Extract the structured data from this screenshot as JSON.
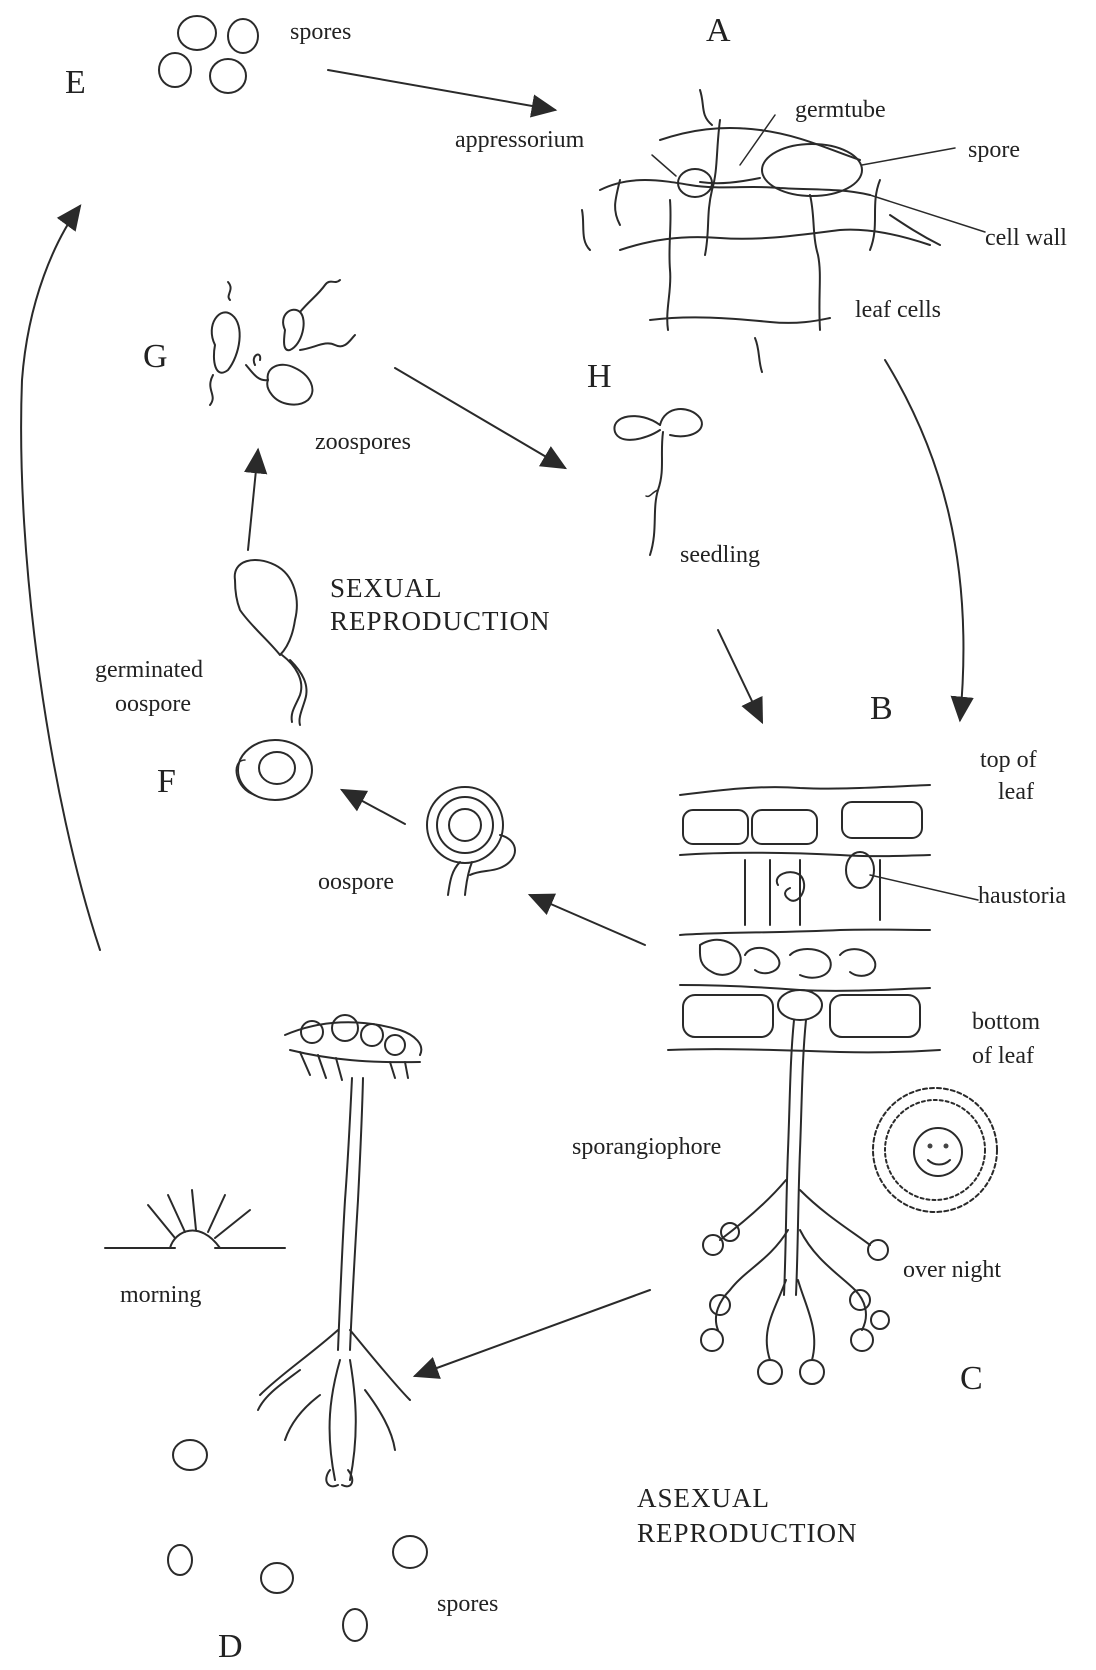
{
  "stages": {
    "A": "A",
    "B": "B",
    "C": "C",
    "D": "D",
    "E": "E",
    "F": "F",
    "G": "G",
    "H": "H"
  },
  "labels": {
    "spores_top": "spores",
    "appressorium": "appressorium",
    "germtube": "germtube",
    "spore": "spore",
    "cell_wall": "cell wall",
    "leaf_cells": "leaf cells",
    "zoospores": "zoospores",
    "seedling": "seedling",
    "sexual_line1": "SEXUAL",
    "sexual_line2": "REPRODUCTION",
    "germinated_line1": "germinated",
    "germinated_line2": "oospore",
    "oospore": "oospore",
    "top_of_leaf_line1": "top of",
    "top_of_leaf_line2": "leaf",
    "haustoria": "haustoria",
    "bottom_line1": "bottom",
    "bottom_line2": "of leaf",
    "sporangiophore": "sporangiophore",
    "over_night": "over night",
    "morning": "morning",
    "asexual_line1": "ASEXUAL",
    "asexual_line2": "REPRODUCTION",
    "spores_bottom": "spores"
  },
  "icons": {
    "sun": "sun-icon",
    "moon": "moon-face-icon"
  }
}
